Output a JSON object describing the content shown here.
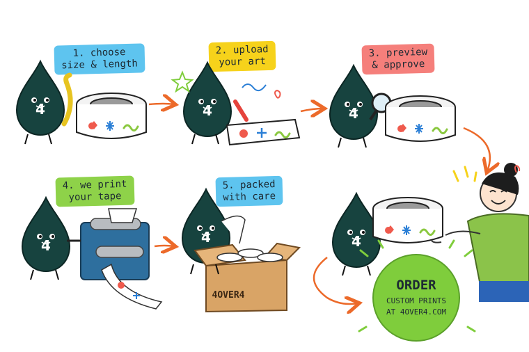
{
  "steps": [
    {
      "line1": "1. choose",
      "line2": "size & length",
      "color": "#5ec4ef"
    },
    {
      "line1": "2. upload",
      "line2": "your art",
      "color": "#f6d21b"
    },
    {
      "line1": "3. preview",
      "line2": "& approve",
      "color": "#f57f7b"
    },
    {
      "line1": "4. we print",
      "line2": "your tape",
      "color": "#8ed249"
    },
    {
      "line1": "5. packed",
      "line2": "with care",
      "color": "#5ec4ef"
    }
  ],
  "mascot": {
    "badge": "4",
    "color": "#17433f"
  },
  "box_brand": "4OVER4",
  "cta": {
    "title": "ORDER",
    "line1": "CUSTOM PRINTS",
    "line2": "AT 4OVER4.COM",
    "color": "#7fcd3c"
  },
  "colors": {
    "arrow": "#ec6a2a",
    "tape_red": "#ef5a4d",
    "tape_blue": "#2b7fd6",
    "tape_green": "#8ac83f",
    "machine": "#2e6f9e",
    "box": "#d9a466"
  }
}
